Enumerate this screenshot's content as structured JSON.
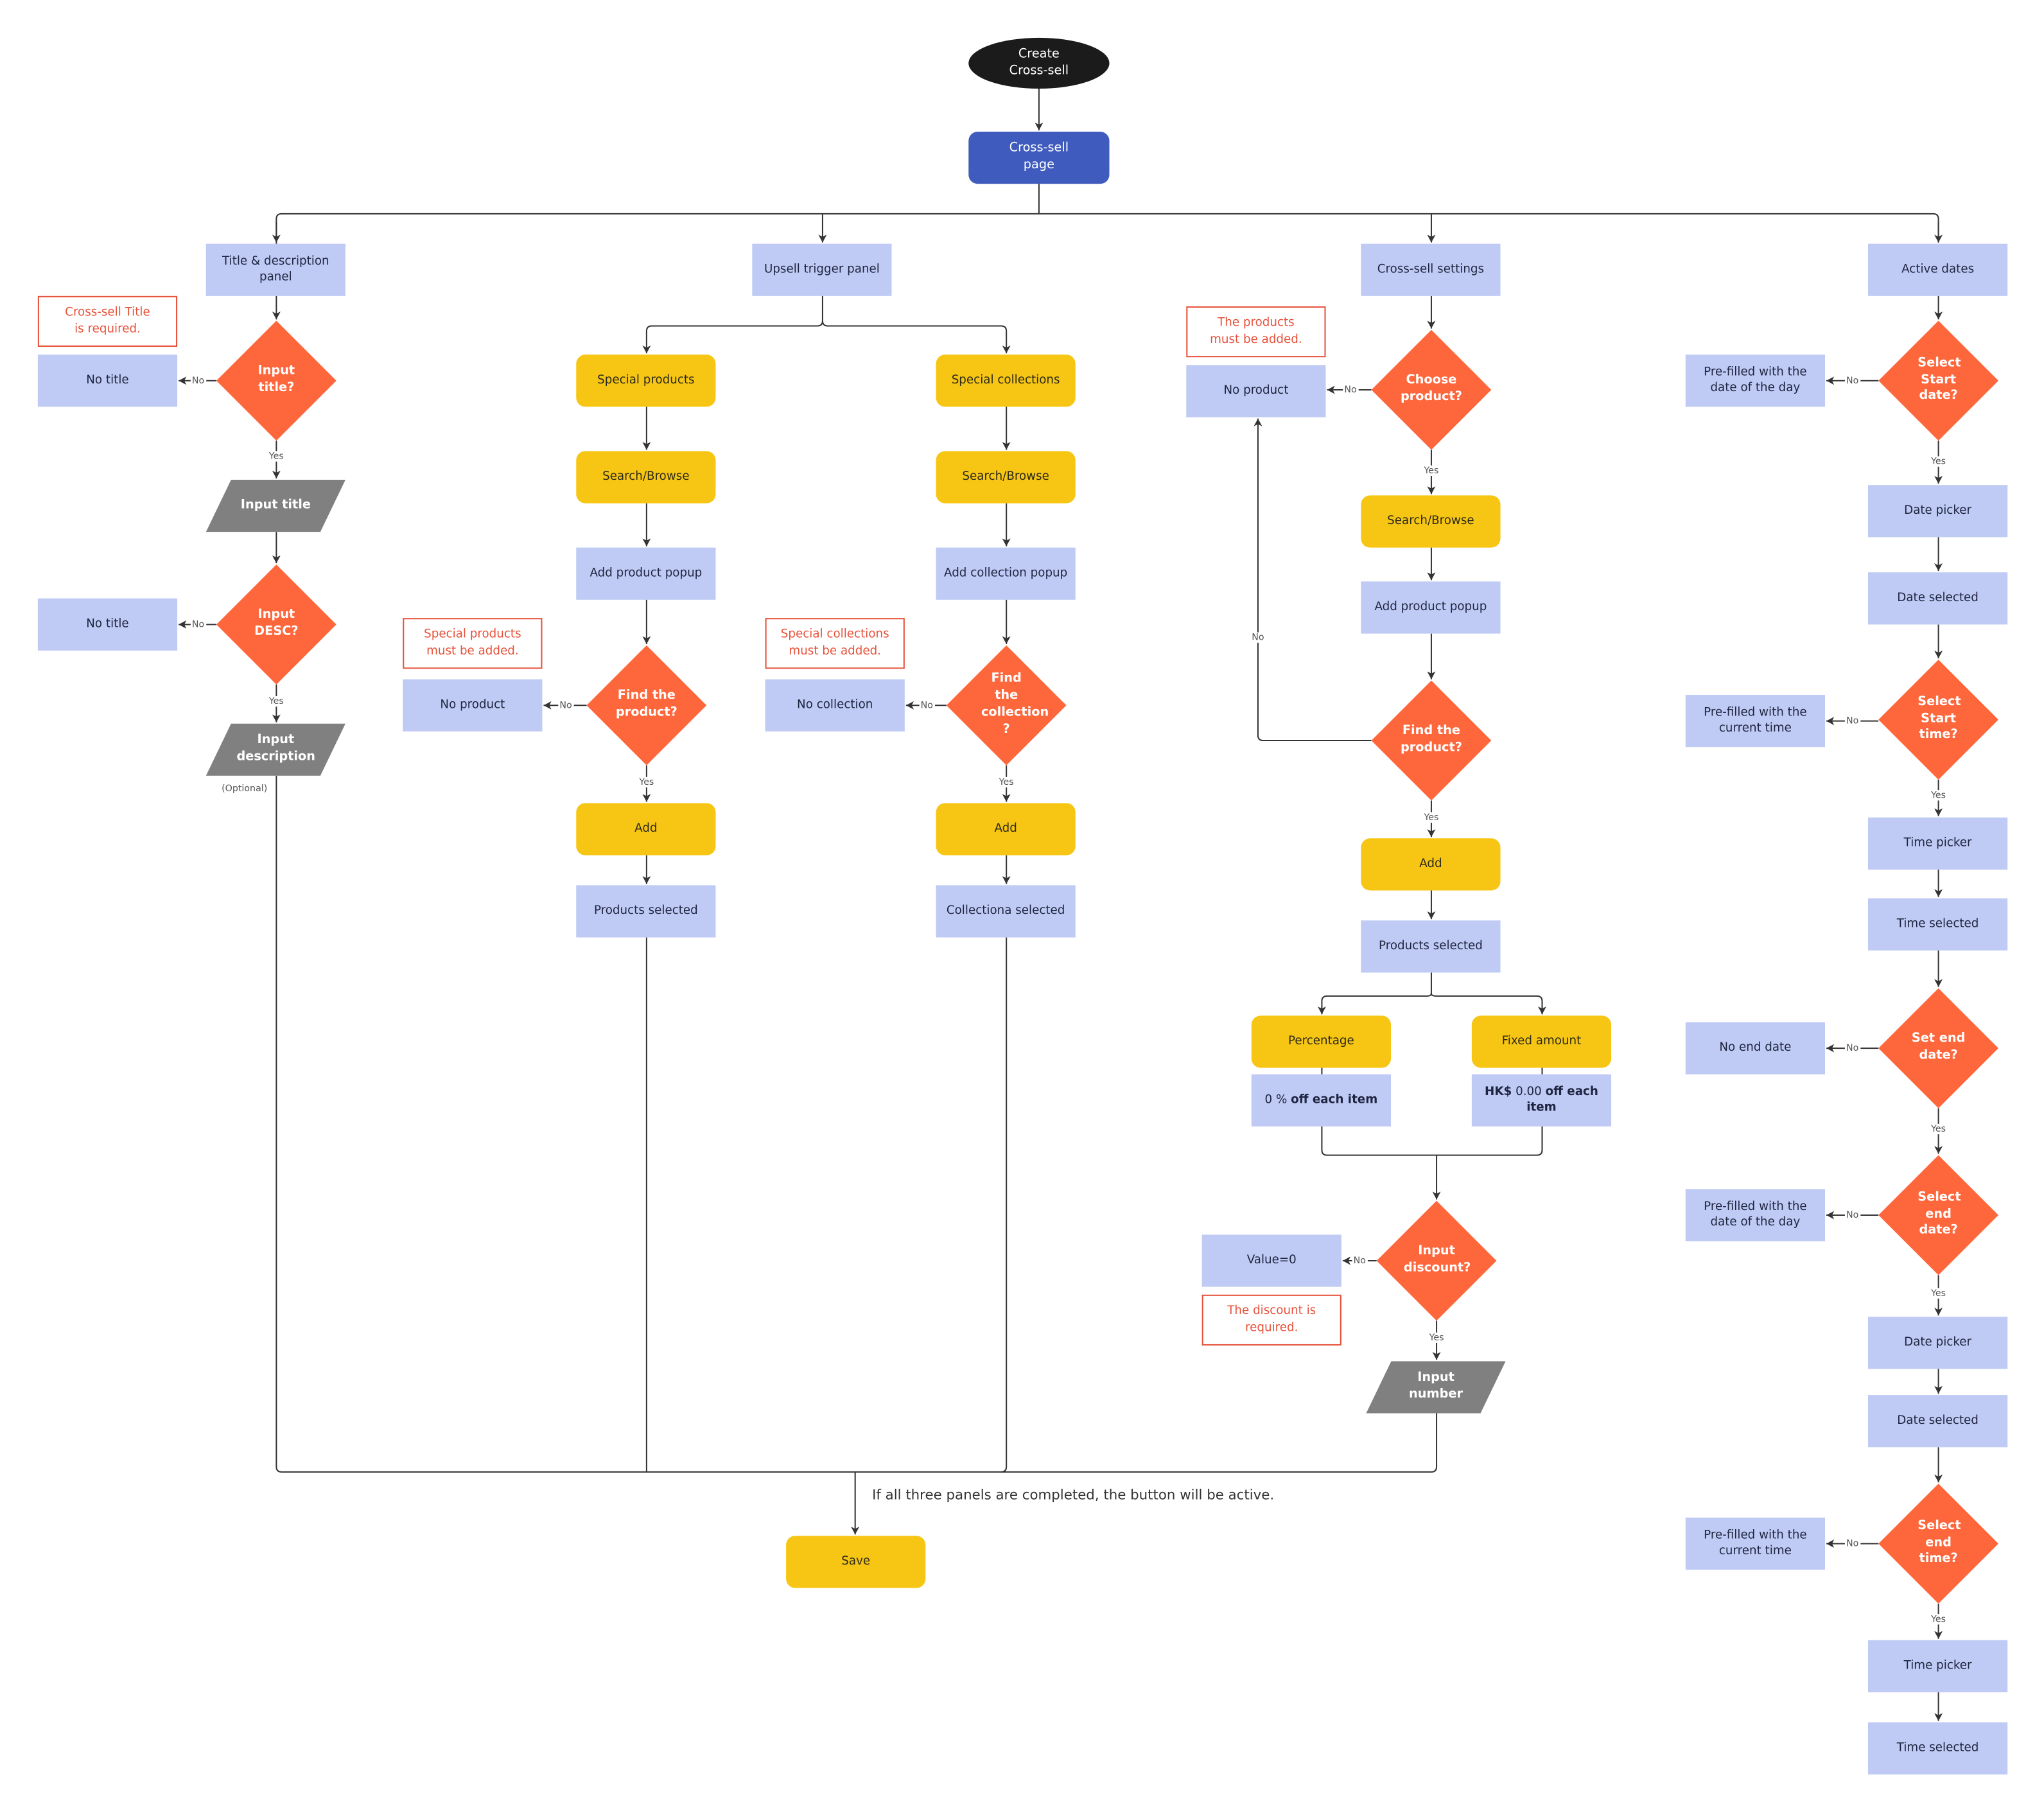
{
  "diagram": {
    "title": "Create Cross-sell flowchart",
    "colors": {
      "process": "#bfcbf4",
      "action": "#f7c614",
      "decision": "#fe663b",
      "io": "#808080",
      "page": "#3f5bbd",
      "terminal": "#1b1b1b",
      "error": "#e6513a",
      "line": "#333333"
    },
    "start": {
      "label": "Create Cross-sell"
    },
    "page": {
      "label": "Cross-sell page"
    },
    "panels": {
      "title_desc": "Title & description panel",
      "upsell_trigger": "Upsell trigger panel",
      "cross_sell_settings": "Cross-sell settings",
      "active_dates": "Active dates"
    },
    "title_branch": {
      "error_title": "Cross-sell Title is required.",
      "no_title_1": "No title",
      "decision_title": "Input title?",
      "input_title": "Input title",
      "no_title_2": "No title",
      "decision_desc": "Input DESC?",
      "input_desc": "Input description",
      "optional_note": "(Optional)"
    },
    "upsell_branch": {
      "products": {
        "start": "Special products",
        "search": "Search/Browse",
        "popup": "Add product popup",
        "error": "Special products must be added.",
        "no_result": "No product",
        "decision": "Find the product?",
        "add": "Add",
        "selected": "Products selected"
      },
      "collections": {
        "start": "Special collections",
        "search": "Search/Browse",
        "popup": "Add collection popup",
        "error": "Special collections must be added.",
        "no_result": "No collection",
        "decision": "Find the collection ?",
        "add": "Add",
        "selected": "Collectiona selected"
      }
    },
    "settings_branch": {
      "error_products": "The products must be added.",
      "no_product": "No product",
      "decision_choose": "Choose product?",
      "search": "Search/Browse",
      "popup": "Add product popup",
      "decision_find": "Find the product?",
      "add": "Add",
      "selected": "Products selected",
      "percentage": "Percentage",
      "percentage_value_prefix": "0 %",
      "percentage_value_suffix": "off each item",
      "fixed_amount": "Fixed amount",
      "fixed_value_currency": "HK$",
      "fixed_value_amount": "0.00",
      "fixed_value_suffix": "off each item",
      "value_zero": "Value=0",
      "error_discount": "The discount is required.",
      "decision_discount": "Input discount?",
      "input_number": "Input number"
    },
    "dates_branch": {
      "decision_start_date": "Select Start date?",
      "prefill_start_date": "Pre-filled with the date of the day",
      "date_picker_1": "Date picker",
      "date_selected_1": "Date selected",
      "decision_start_time": "Select Start time?",
      "prefill_start_time": "Pre-filled with the current time",
      "time_picker_1": "Time picker",
      "time_selected_1": "Time selected",
      "decision_end_date_set": "Set end date?",
      "no_end_date": "No end date",
      "decision_end_date": "Select end date?",
      "prefill_end_date": "Pre-filled with the date of the day",
      "date_picker_2": "Date picker",
      "date_selected_2": "Date selected",
      "decision_end_time": "Select end time?",
      "prefill_end_time": "Pre-filled with the current time",
      "time_picker_2": "Time picker",
      "time_selected_2": "Time selected"
    },
    "footer": {
      "note": "If all three panels are completed, the button will be active.",
      "save": "Save"
    },
    "edge_labels": {
      "yes": "Yes",
      "no": "No"
    }
  }
}
